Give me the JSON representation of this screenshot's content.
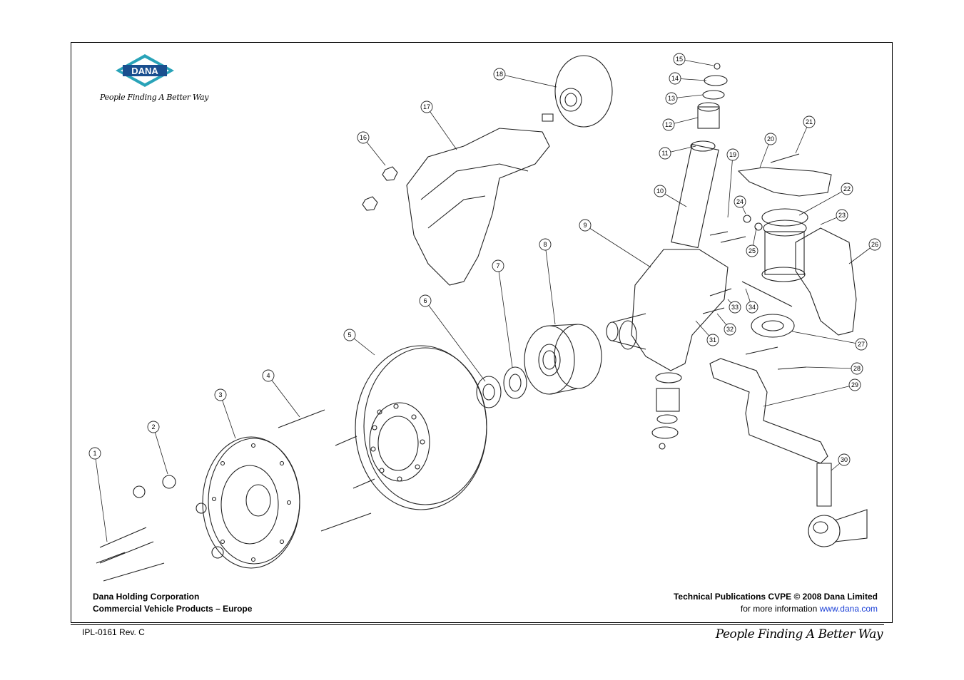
{
  "brand": {
    "logo_text": "DANA",
    "tagline": "People Finding A Better Way",
    "color_blue": "#1a4f8f",
    "color_teal": "#29a3b8"
  },
  "diagram": {
    "callouts": [
      "1",
      "2",
      "3",
      "4",
      "5",
      "6",
      "7",
      "8",
      "9",
      "10",
      "11",
      "12",
      "13",
      "14",
      "15",
      "16",
      "17",
      "18",
      "19",
      "20",
      "21",
      "22",
      "23",
      "24",
      "25",
      "26",
      "27",
      "28",
      "29",
      "30",
      "31",
      "32",
      "33",
      "34"
    ]
  },
  "footer": {
    "company": "Dana Holding Corporation",
    "division": "Commercial Vehicle Products – Europe",
    "copyright": "Technical Publications CVPE © 2008 Dana Limited",
    "info_prefix": "for more information",
    "info_link": "www.dana.com",
    "doc_id": "IPL-0161 Rev. C"
  }
}
